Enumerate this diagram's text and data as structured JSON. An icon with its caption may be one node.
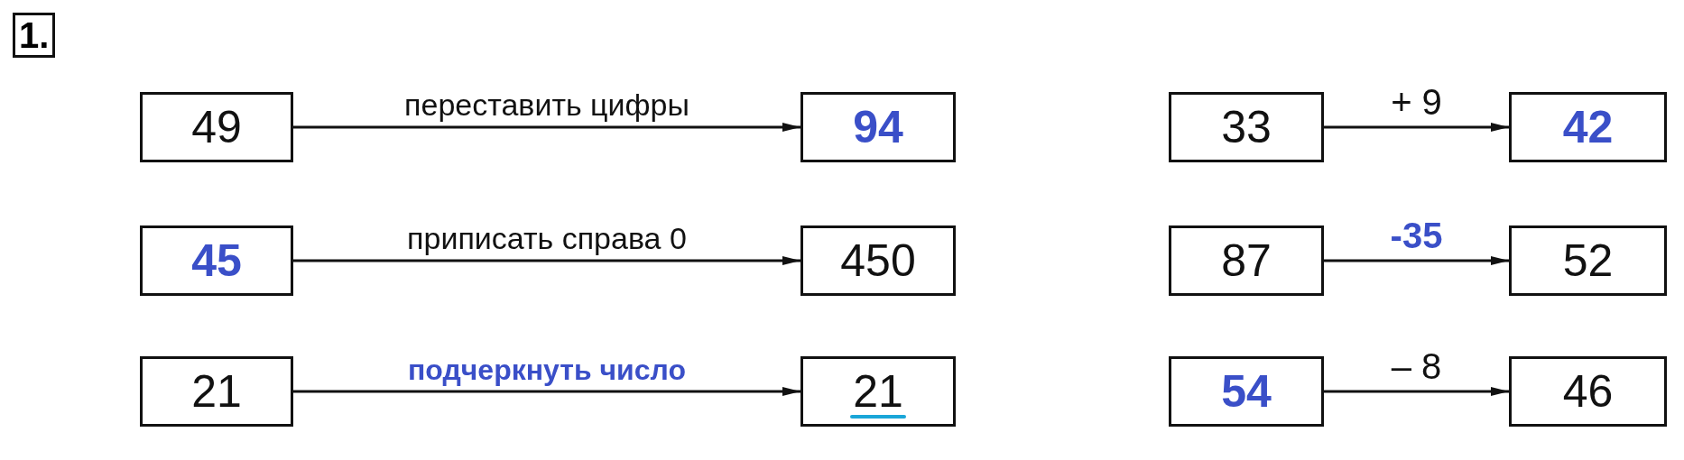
{
  "diagram": {
    "nodes": [
      {
        "text": [
          "49"
        ]
      },
      {
        "text": [
          "94"
        ]
      },
      {
        "text": [
          "33"
        ]
      },
      {
        "text": [
          "42"
        ]
      },
      {
        "text": [
          "45"
        ]
      },
      {
        "text": [
          "450"
        ]
      },
      {
        "text": [
          "87"
        ]
      },
      {
        "text": [
          "52"
        ]
      },
      {
        "text": [
          "21"
        ]
      },
      {
        "text": [
          "21"
        ]
      },
      {
        "text": [
          "54"
        ]
      },
      {
        "text": [
          "46"
        ]
      }
    ],
    "edges": [
      {
        "from": 0,
        "to": 1,
        "arrow": "to",
        "label": "переставить цифры"
      },
      {
        "from": 2,
        "to": 3,
        "arrow": "to",
        "label": "+ 9"
      },
      {
        "from": 4,
        "to": 5,
        "arrow": "to",
        "label": "приписать справа 0"
      },
      {
        "from": 6,
        "to": 7,
        "arrow": "to",
        "label": "-35"
      },
      {
        "from": 8,
        "to": 9,
        "arrow": "to",
        "label": "подчеркнуть число"
      },
      {
        "from": 10,
        "to": 11,
        "arrow": "to",
        "label": "– 8"
      }
    ],
    "labels": [
      "1."
    ]
  }
}
